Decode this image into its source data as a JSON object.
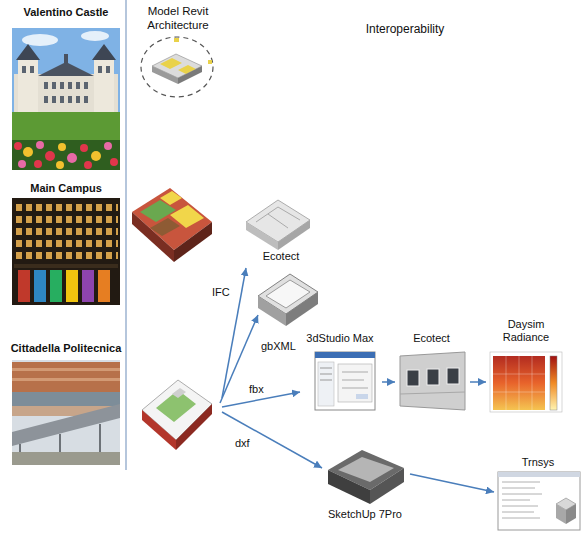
{
  "diagram": {
    "nodes": [
      {
        "text": [
          "Valentino Castle"
        ]
      },
      {
        "text": [
          "Main Campus"
        ]
      },
      {
        "text": [
          "Cittadella Politecnica"
        ]
      },
      {
        "text": [
          "Ecotect"
        ]
      },
      {
        "text": [
          "3dStudio Max"
        ]
      },
      {
        "text": [
          "Ecotect"
        ]
      },
      {
        "text": [
          "Daysim Radiance"
        ]
      },
      {
        "text": [
          "SketchUp 7Pro"
        ]
      },
      {
        "text": [
          "Trnsys"
        ]
      }
    ],
    "edges": [
      {
        "from": 2,
        "to": 3,
        "label": "IFC",
        "arrow": "to"
      },
      {
        "from": 2,
        "to": 4,
        "label": "fbx",
        "arrow": "to"
      },
      {
        "from": 2,
        "to": 7,
        "label": "dxf",
        "arrow": "to"
      },
      {
        "from": 4,
        "to": 5,
        "arrow": "to"
      },
      {
        "from": 5,
        "to": 6,
        "arrow": "to"
      },
      {
        "from": 7,
        "to": 8,
        "arrow": "to"
      }
    ],
    "labels": [
      "Model Revit Architecture",
      "Interoperability",
      "gbXML"
    ]
  }
}
